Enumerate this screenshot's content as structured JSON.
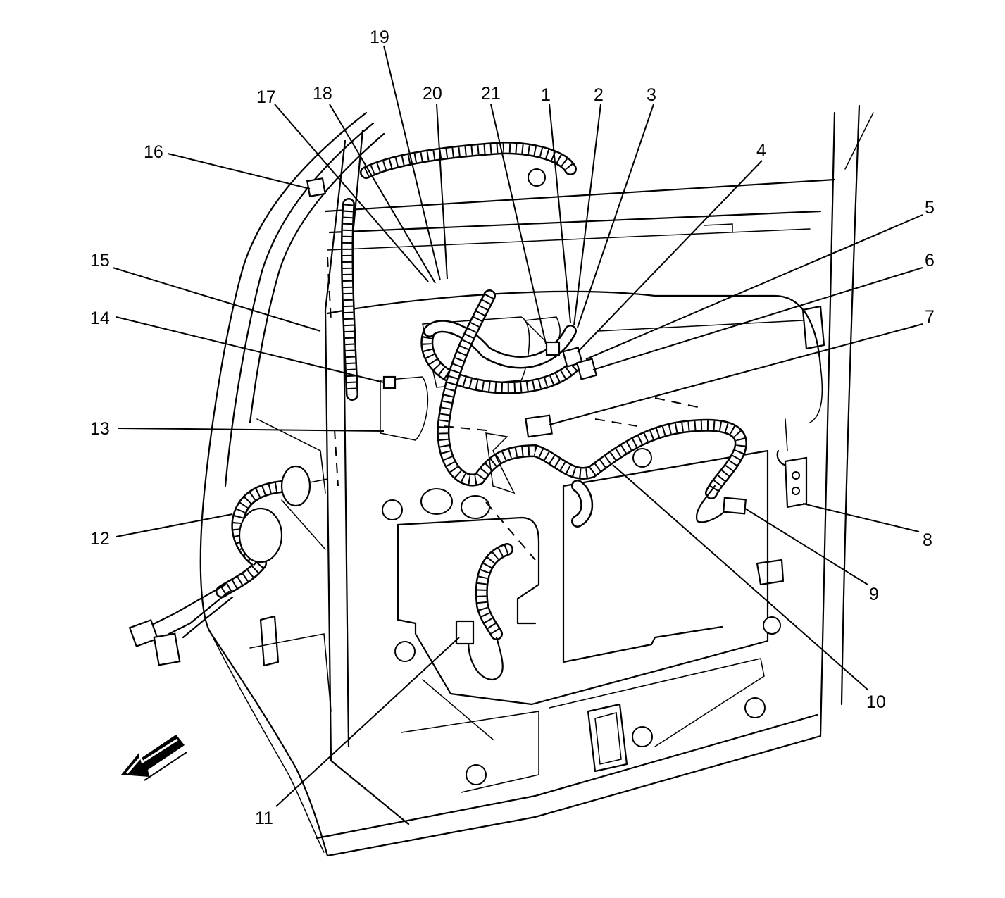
{
  "callouts": [
    "1",
    "2",
    "3",
    "4",
    "5",
    "6",
    "7",
    "8",
    "9",
    "10",
    "11",
    "12",
    "13",
    "14",
    "15",
    "16",
    "17",
    "18",
    "19",
    "20",
    "21"
  ],
  "icons": {
    "direction_arrow": "front-direction-arrow-icon"
  }
}
